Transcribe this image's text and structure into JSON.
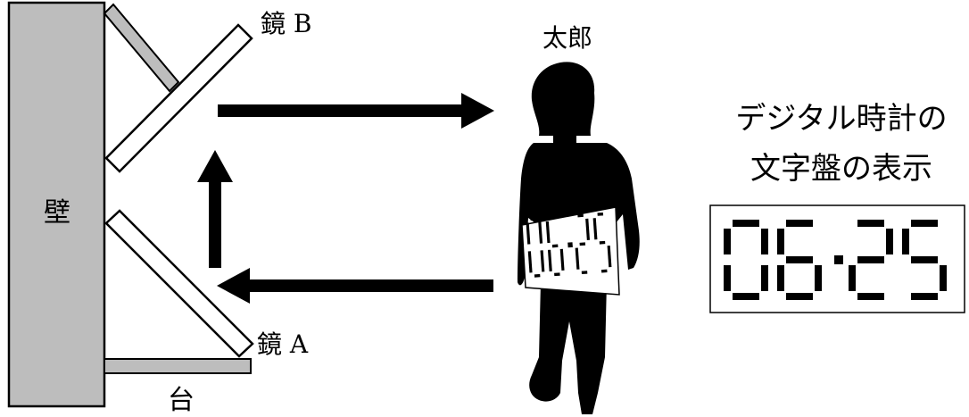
{
  "labels": {
    "wall": "壁",
    "mirror_b": "鏡 B",
    "mirror_a": "鏡 A",
    "stand": "台",
    "person": "太郎",
    "caption_line1": "デジタル時計の",
    "caption_line2": "文字盤の表示"
  },
  "clock": {
    "display": "06:25",
    "digits": [
      "0",
      "6",
      "2",
      "5"
    ]
  },
  "colors": {
    "wall_fill": "#bdbdbd",
    "ink": "#000000",
    "paper": "#ffffff"
  }
}
